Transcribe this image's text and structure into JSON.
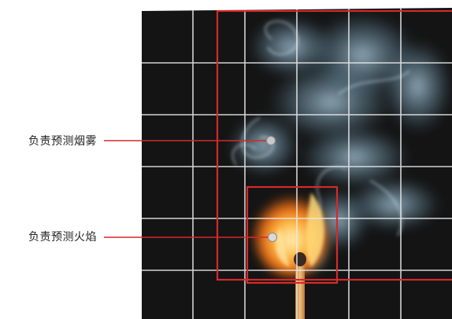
{
  "labels": {
    "smoke": "负责预测烟雾",
    "flame": "负责预测火焰"
  },
  "colors": {
    "image_background": "#141414",
    "grid_line": "#e8e8e8",
    "bounding_box": "#d42a2a",
    "leader_line": "#d42a2a",
    "center_point": "#c9c9c9",
    "smoke": "#a9cfe4",
    "flame": "#ffb03a",
    "match_stick": "#e0a25a"
  },
  "icons": {
    "smoke_marker": "smoke-center-point",
    "flame_marker": "flame-center-point"
  }
}
